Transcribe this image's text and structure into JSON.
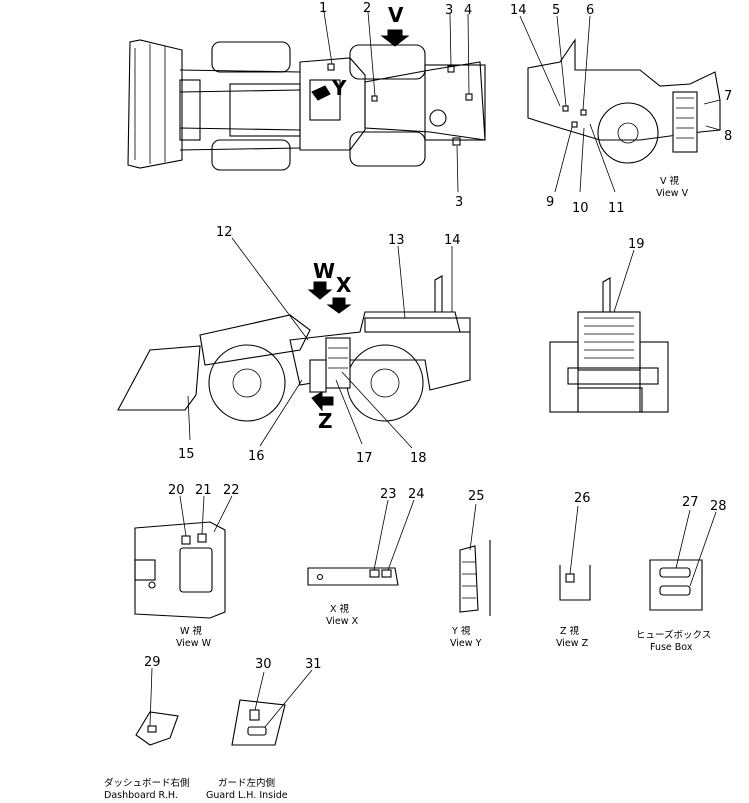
{
  "callouts": [
    "1",
    "2",
    "3",
    "4",
    "3",
    "14",
    "5",
    "6",
    "7",
    "8",
    "9",
    "10",
    "11",
    "12",
    "13",
    "14",
    "19",
    "15",
    "16",
    "17",
    "18",
    "20",
    "21",
    "22",
    "23",
    "24",
    "25",
    "26",
    "27",
    "28",
    "29",
    "30",
    "31"
  ],
  "view_letters": {
    "v": "V",
    "y": "Y",
    "w": "W",
    "x": "X",
    "z": "Z"
  },
  "captions": {
    "view_v_jp": "V 視",
    "view_v_en": "View V",
    "view_w_jp": "W 視",
    "view_w_en": "View W",
    "view_x_jp": "X 視",
    "view_x_en": "View X",
    "view_y_jp": "Y 視",
    "view_y_en": "View Y",
    "view_z_jp": "Z 視",
    "view_z_en": "View Z",
    "fuse_jp": "ヒューズボックス",
    "fuse_en": "Fuse Box",
    "dash_jp": "ダッシュボード右側",
    "dash_en": "Dashboard R.H.",
    "guard_jp": "ガード左内側",
    "guard_en": "Guard L.H. Inside"
  }
}
